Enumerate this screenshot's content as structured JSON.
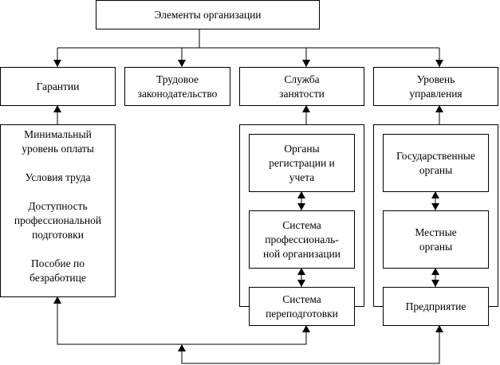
{
  "title": "Элементы организации",
  "categories": [
    {
      "id": "guarantees",
      "lines": [
        "Гарантии"
      ]
    },
    {
      "id": "labor-law",
      "lines": [
        "Трудовое",
        "законодательство"
      ]
    },
    {
      "id": "employment-service",
      "lines": [
        "Служба",
        "занятости"
      ]
    },
    {
      "id": "management-level",
      "lines": [
        "Уровень",
        "управления"
      ]
    }
  ],
  "guarantees_list": [
    [
      "Минимальный",
      "уровень оплаты"
    ],
    [
      "Условия труда"
    ],
    [
      "Доступность",
      "профессиональной",
      "подготовки"
    ],
    [
      "Пособие по",
      "безработице"
    ]
  ],
  "employment_service_items": [
    [
      "Органы",
      "регистрации и",
      "учета"
    ],
    [
      "Система",
      "профессиональ-",
      "ной организации"
    ],
    [
      "Система",
      "переподготовки"
    ]
  ],
  "management_level_items": [
    [
      "Государственные",
      "органы"
    ],
    [
      "Местные",
      "органы"
    ],
    [
      "Предприятие"
    ]
  ],
  "colors": {
    "line": "#000000",
    "background": "#ffffff"
  }
}
